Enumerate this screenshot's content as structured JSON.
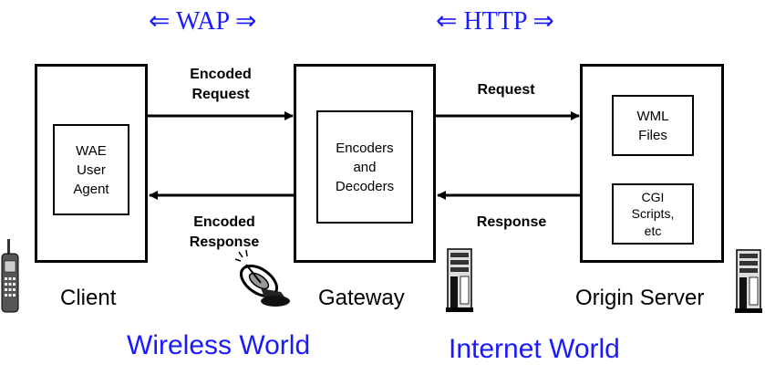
{
  "protocols": {
    "wap": "⇐ WAP ⇒",
    "http": "⇐ HTTP ⇒"
  },
  "nodes": {
    "client": {
      "label": "Client",
      "inner": "WAE\nUser\nAgent"
    },
    "gateway": {
      "label": "Gateway",
      "inner": "Encoders\nand\nDecoders"
    },
    "origin": {
      "label": "Origin Server",
      "inner_top": "WML\nFiles",
      "inner_bottom": "CGI\nScripts,\netc"
    }
  },
  "arrows": {
    "encoded_request": "Encoded\nRequest",
    "encoded_response": "Encoded\nResponse",
    "request": "Request",
    "response": "Response"
  },
  "worlds": {
    "wireless": "Wireless World",
    "internet": "Internet World"
  },
  "colors": {
    "accent": "#1a1aff",
    "line": "#000000"
  },
  "icons": [
    "mobile-phone-icon",
    "satellite-dish-icon",
    "server-tower-icon",
    "server-tower-icon"
  ]
}
